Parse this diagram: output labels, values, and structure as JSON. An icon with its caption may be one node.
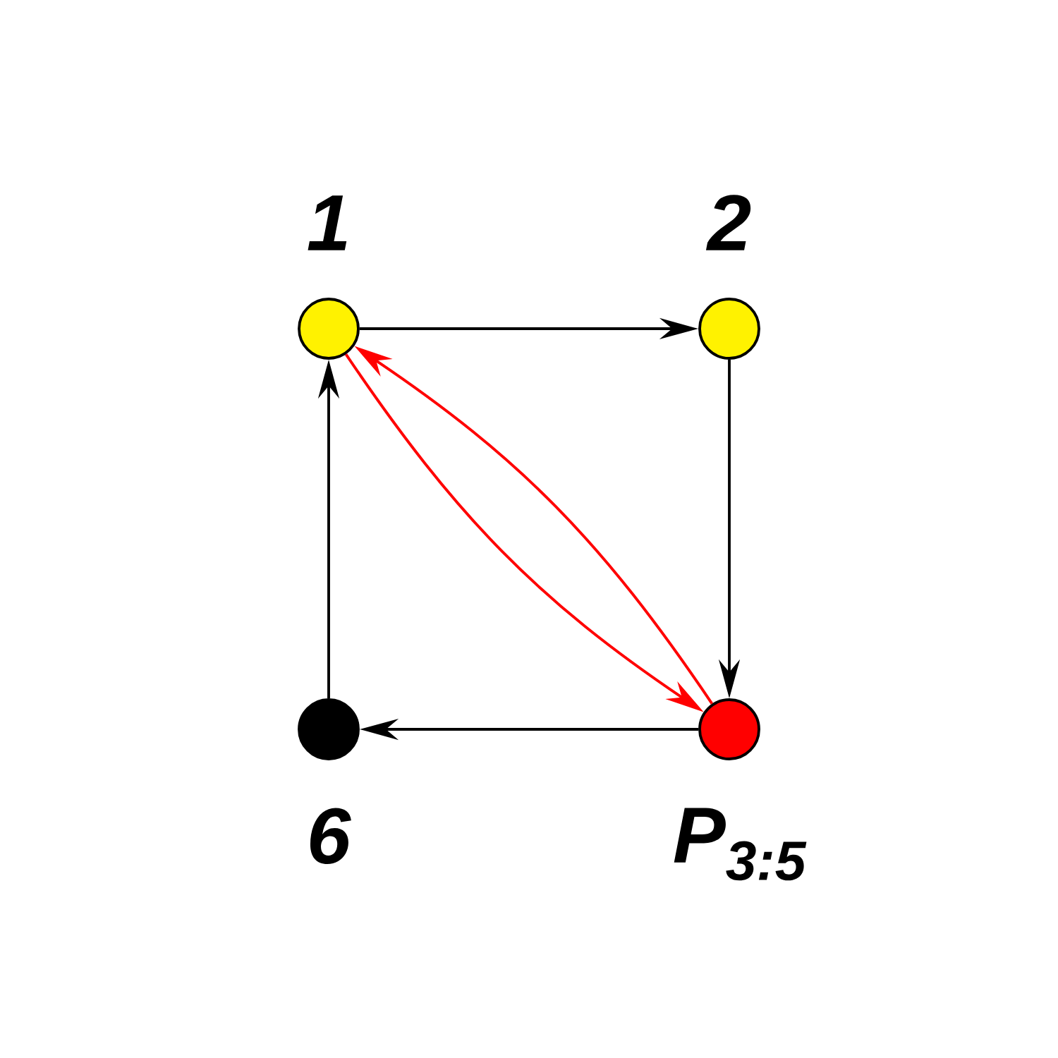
{
  "diagram": {
    "nodes": [
      {
        "text": [
          "1"
        ]
      },
      {
        "text": [
          "2"
        ]
      },
      {
        "text": [
          "P$_{3:5}$"
        ]
      },
      {
        "text": [
          "6"
        ]
      }
    ],
    "edges": [
      {
        "from": 0,
        "to": 1,
        "arrow": "to"
      },
      {
        "from": 1,
        "to": 2,
        "arrow": "to"
      },
      {
        "from": 2,
        "to": 3,
        "arrow": "to"
      },
      {
        "from": 3,
        "to": 0,
        "arrow": "to"
      },
      {
        "from": 0,
        "to": 2,
        "arrow": "to",
        "color": "#ff0000"
      },
      {
        "from": 2,
        "to": 0,
        "arrow": "to",
        "color": "#ff0000"
      }
    ]
  }
}
